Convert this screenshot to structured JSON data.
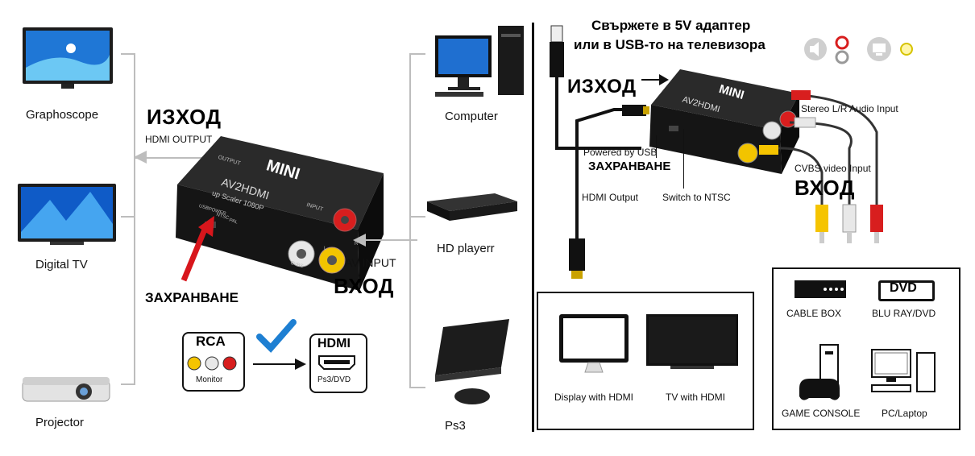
{
  "left": {
    "outputs": {
      "graphoscope": "Graphoscope",
      "digital_tv": "Digital  TV",
      "projector": "Projector"
    },
    "inputs": {
      "computer": "Computer",
      "hd_player": "HD playerr",
      "ps3": "Ps3"
    },
    "output_title": "ИЗХОД",
    "output_sub": "HDMI OUTPUT",
    "input_sub": "AV INPUT",
    "input_title": "ВХОД",
    "power_label": "ЗАХРАНВАНЕ",
    "device": {
      "brand": "MINI",
      "model": "AV2HDMI",
      "subtitle": "up Scaler 1080P",
      "port_output": "OUTPUT",
      "port_input": "INPUT",
      "port_power": "USBPOWER",
      "port_ntsc": "NTSC",
      "port_pal": "PAL",
      "port_cvbs": "CVBS",
      "port_l": "L",
      "port_r": "R"
    },
    "rca_card": {
      "title": "RCA",
      "caption": "Monitor"
    },
    "hdmi_card": {
      "title": "HDMI",
      "caption": "Ps3/DVD"
    }
  },
  "right": {
    "headline_1": "Свържете в 5V адаптер",
    "headline_2": "или в USB-то на телевизора",
    "output_title": "ИЗХОД",
    "stereo_label": "Stereo L/R Audio Input",
    "powered_usb": "Powered by USB",
    "power_label": "ЗАХРАНВАНЕ",
    "cvbs_label": "CVBS video Input",
    "input_title": "ВХОД",
    "hdmi_output": "HDMI Output",
    "switch_ntsc": "Switch to NTSC",
    "displays": {
      "display_hdmi": "Display with HDMI",
      "tv_hdmi": "TV with HDMI"
    },
    "sources": {
      "cable_box": "CABLE BOX",
      "dvd_badge": "DVD",
      "bluray": "BLU RAY/DVD",
      "game_console": "GAME CONSOLE",
      "pc_laptop": "PC/Laptop"
    }
  },
  "colors": {
    "rca_yellow": "#f5c400",
    "rca_white": "#e8e8e8",
    "rca_red": "#d81e1e",
    "arrow_red": "#d8161c",
    "check_blue": "#1e7fd2",
    "screen_blue": "#1f6fd0",
    "device_black": "#1b1b1b"
  }
}
